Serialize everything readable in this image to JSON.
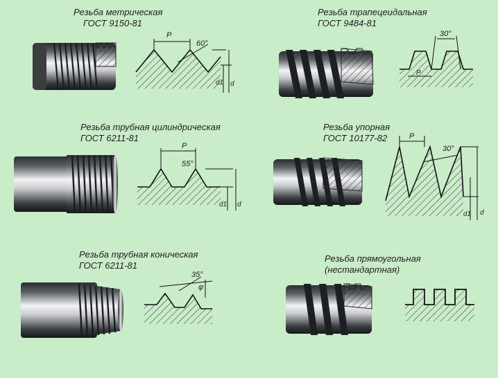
{
  "background": "#c9ecc9",
  "ink": "#1e1e1e",
  "metal_dark": "#1c1f22",
  "metal_light": "#f2f4f4",
  "threads": [
    {
      "id": "metric",
      "title": "Резьба метрическая",
      "standard": "ГОСТ 9150-81",
      "pitch_label": "P",
      "angle_label": "60°",
      "dim1_label": "d1",
      "dim2_label": "d"
    },
    {
      "id": "trapezoidal",
      "title": "Резьба трапецеидальная",
      "standard": "ГОСТ 9484-81",
      "pitch_label": "P",
      "angle_label": "30°"
    },
    {
      "id": "pipe-cylindrical",
      "title": "Резьба трубная цилиндрическая",
      "standard": "ГОСТ 6211-81",
      "pitch_label": "P",
      "angle_label": "55°",
      "dim1_label": "d1",
      "dim2_label": "d"
    },
    {
      "id": "buttress",
      "title": "Резьба упорная",
      "standard": "ГОСТ 10177-82",
      "pitch_label": "P",
      "angle_label": "30°",
      "dim1_label": "d1",
      "dim2_label": "d"
    },
    {
      "id": "pipe-conical",
      "title": "Резьба трубная коническая",
      "standard": "ГОСТ 6211-81",
      "angle_label": "35°",
      "phi_label": "φ"
    },
    {
      "id": "rectangular",
      "title": "Резьба прямоугольная",
      "standard": "(нестандартная)"
    }
  ]
}
